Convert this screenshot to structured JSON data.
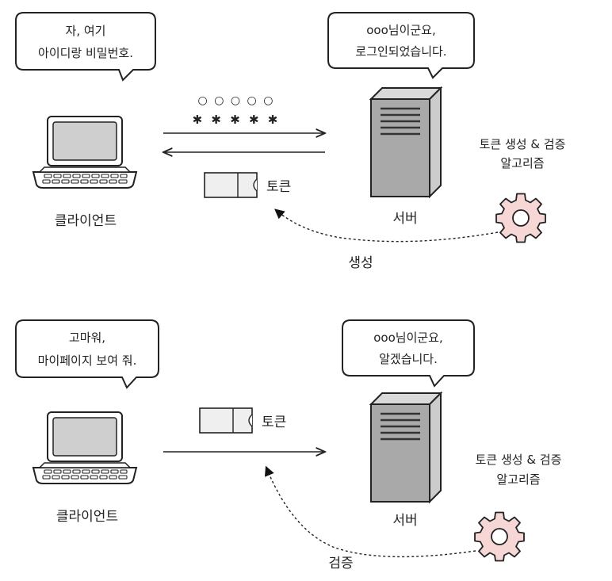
{
  "top": {
    "client_bubble": [
      "자, 여기",
      "아이디랑 비밀번호."
    ],
    "server_bubble": [
      "ooo님이군요,",
      "로그인되었습니다."
    ],
    "password_top": "○ ○ ○ ○ ○",
    "password_bottom": "✱ ✱ ✱ ✱ ✱",
    "token_label": "토큰",
    "client_label": "클라이언트",
    "server_label": "서버",
    "algorithm_label": [
      "토큰 생성 & 검증",
      "알고리즘"
    ],
    "flow_label": "생성"
  },
  "bottom": {
    "client_bubble": [
      "고마워,",
      "마이페이지 보여 줘."
    ],
    "server_bubble": [
      "ooo님이군요,",
      "알겠습니다."
    ],
    "token_label": "토큰",
    "client_label": "클라이언트",
    "server_label": "서버",
    "algorithm_label": [
      "토큰 생성 & 검증",
      "알고리즘"
    ],
    "flow_label": "검증"
  },
  "colors": {
    "gear_fill": "#f7d6d6",
    "server_fill": "#a9a9a9",
    "ink": "#222222"
  }
}
